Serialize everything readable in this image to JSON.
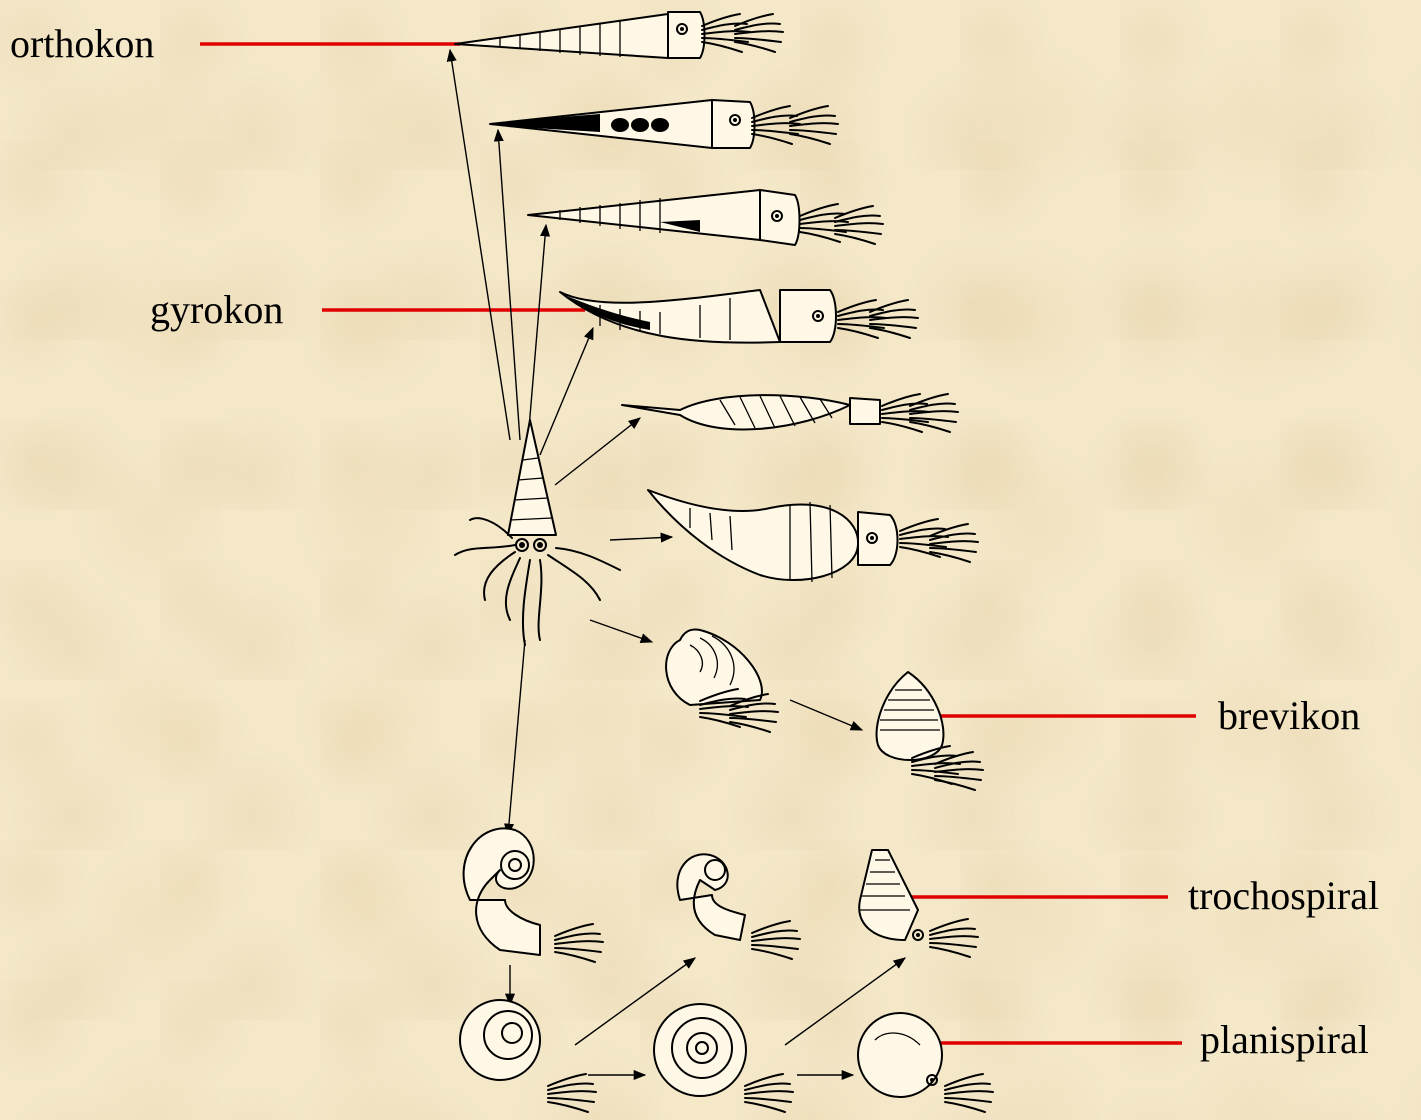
{
  "labels": {
    "orthokon": "orthokon",
    "gyrokon": "gyrokon",
    "brevikon": "brevikon",
    "trochospiral": "trochospiral",
    "planispiral": "planispiral"
  },
  "colors": {
    "background": "#f4e8c9",
    "leader_line": "#e00000",
    "ink": "#000000"
  }
}
